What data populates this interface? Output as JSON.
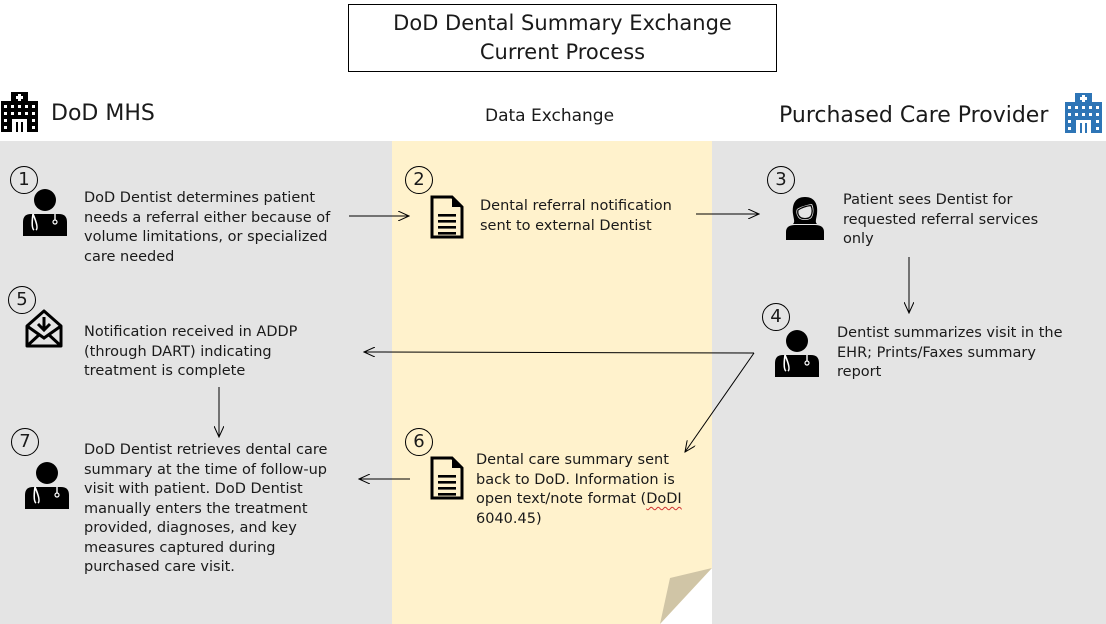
{
  "title": {
    "line1": "DoD Dental Summary Exchange",
    "line2": "Current Process"
  },
  "lanes": {
    "left": {
      "label": "DoD MHS",
      "icon": "hospital-building-icon",
      "icon_color": "#000000",
      "bg": "#e4e4e4"
    },
    "middle": {
      "label": "Data Exchange",
      "bg": "#fff2cc"
    },
    "right": {
      "label": "Purchased Care Provider",
      "icon": "hospital-building-icon",
      "icon_color": "#2e75b6",
      "bg": "#e4e4e4"
    }
  },
  "steps": [
    {
      "num": "1",
      "icon": "doctor-icon",
      "text": "DoD Dentist determines patient needs a referral either because of volume limitations, or specialized care needed"
    },
    {
      "num": "2",
      "icon": "document-icon",
      "text": "Dental referral notification sent to external Dentist"
    },
    {
      "num": "3",
      "icon": "patient-female-icon",
      "text": "Patient sees Dentist for requested referral services only"
    },
    {
      "num": "4",
      "icon": "doctor-icon",
      "text": "Dentist summarizes visit in the EHR; Prints/Faxes summary report"
    },
    {
      "num": "5",
      "icon": "envelope-download-icon",
      "text": "Notification received in ADDP (through DART) indicating treatment is complete"
    },
    {
      "num": "6",
      "icon": "document-icon",
      "text_main": "Dental care summary sent back to DoD. Information is open text/note format (",
      "text_flag": "DoDI",
      "text_end": " 6040.45)"
    },
    {
      "num": "7",
      "icon": "doctor-icon",
      "text": "DoD Dentist retrieves dental care summary at the time of follow-up visit with patient. DoD Dentist manually enters the treatment provided, diagnoses, and key measures captured during purchased care visit."
    }
  ],
  "flows": [
    {
      "from": "1",
      "to": "2"
    },
    {
      "from": "2",
      "to": "3"
    },
    {
      "from": "3",
      "to": "4"
    },
    {
      "from": "4",
      "to": "5"
    },
    {
      "from": "4",
      "to": "6"
    },
    {
      "from": "5",
      "to": "7"
    },
    {
      "from": "6",
      "to": "7"
    }
  ]
}
